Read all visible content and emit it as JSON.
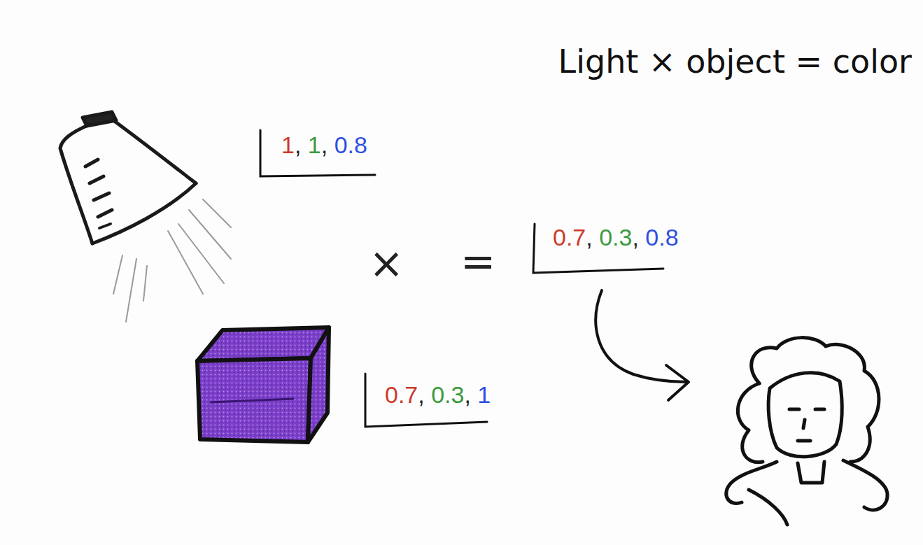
{
  "diagram": {
    "title": "Light × object = color",
    "labels": [
      "1, 1, 0.8",
      "×",
      "=",
      "0.7, 0.3, 0.8",
      "0.7, 0.3, 1"
    ]
  }
}
